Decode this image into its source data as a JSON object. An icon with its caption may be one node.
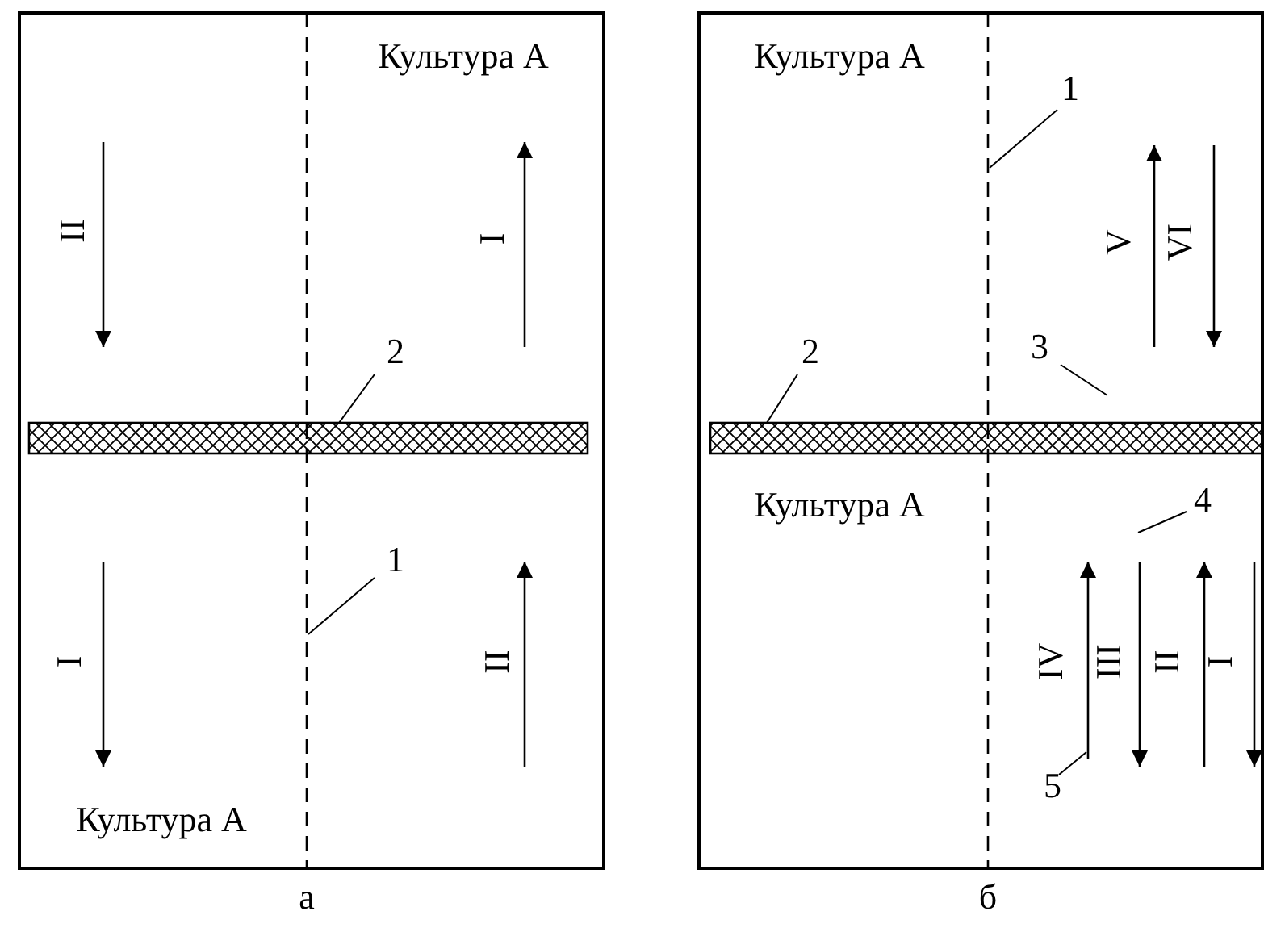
{
  "diagram": {
    "nodes": [
      {
        "text": [
          "2"
        ]
      },
      {
        "text": [],
        "shape": "bar"
      },
      {
        "text": [
          "1"
        ]
      },
      {
        "text": [],
        "shape": "line"
      },
      {
        "text": [
          "1"
        ]
      },
      {
        "text": [],
        "shape": "line"
      },
      {
        "text": [
          "2"
        ]
      },
      {
        "text": [],
        "shape": "bar"
      },
      {
        "text": [
          "3"
        ]
      },
      {
        "text": [
          "4"
        ]
      },
      {
        "text": [
          "5"
        ]
      }
    ],
    "edges": [
      {
        "from": 0,
        "to": 1,
        "arrow": "none"
      },
      {
        "from": 2,
        "to": 3,
        "arrow": "none"
      },
      {
        "from": 4,
        "to": 5,
        "arrow": "none"
      },
      {
        "from": 6,
        "to": 7,
        "arrow": "none"
      },
      {
        "from": 8,
        "to": null,
        "arrow": "none"
      },
      {
        "from": 9,
        "to": null,
        "arrow": "none"
      },
      {
        "from": 10,
        "to": null,
        "arrow": "none"
      }
    ],
    "labels": [
      "Культура А",
      "II",
      "I",
      "I",
      "II",
      "Культура А",
      "а",
      "Культура А",
      "V",
      "VI",
      "Культура А",
      "IV",
      "III",
      "II",
      "I",
      "б"
    ]
  }
}
